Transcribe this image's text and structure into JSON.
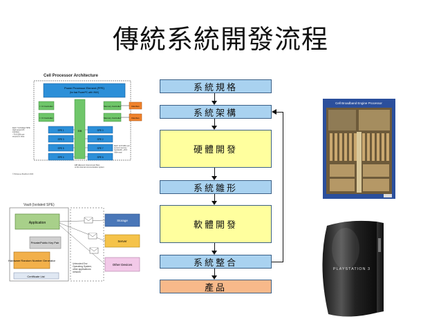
{
  "slide": {
    "title": "傳統系統開發流程"
  },
  "flow": {
    "steps": [
      {
        "label": "系統規格",
        "color": "blue"
      },
      {
        "label": "系統架構",
        "color": "blue"
      },
      {
        "label": "硬體開發",
        "color": "yellow"
      },
      {
        "label": "系統雛形",
        "color": "blue"
      },
      {
        "label": "軟體開發",
        "color": "yellow"
      },
      {
        "label": "系統整合",
        "color": "blue"
      },
      {
        "label": "產品",
        "color": "orange"
      }
    ]
  },
  "cell_diagram": {
    "title": "Cell Processor Architecture",
    "ppe_label": "Power Processor Element (PPE)",
    "ppe_sub": "(for fast PowerPC with VMX)",
    "io_label_1": "I / O Controller",
    "io_label_2": "I / O Controller",
    "eib_label": "EIB",
    "mem_label_1": "Memory Controller",
    "mem_label_2": "Memory Controller",
    "rambus_1": "Rambus",
    "rambus_2": "Rambus",
    "spes_left": [
      "SPE 1",
      "SPE 3",
      "SPE 5",
      "SPE 4"
    ],
    "spes_right": [
      "SPE 0",
      "SPE 2",
      "SPE 7",
      "SPE 6"
    ],
    "note_left": "Each \"Cell Edge\"/SPE\nHigh-speed I/O\ninterface\n~76.8 GB/s per\nsecond in tests",
    "note_right": "Each 12.8 GB/s per\nsecond memory\nbandwidth ~25.6\nGB/s total",
    "note_bottom": "EIB (Element Interconnect Bus)\nto the internal communication system",
    "credit": "© Brittanea Bradford 2006"
  },
  "vault_diagram": {
    "title": "Vault (Isolated SPE)",
    "application": "Application",
    "key_pair": "Private/Public Key Pair",
    "hardware_rng": "Hardware Random Number Generator",
    "cert_list": "Certificate List",
    "storage": "Storage",
    "server": "Server",
    "other_devices": "Other Devices",
    "untrusted": "Untrusted Env\nOperating System,\nother applications\nnetwork"
  },
  "chip_photo": {
    "caption": "Cell Broadband Engine Processor"
  },
  "console": {
    "logo_text": "PLAYSTATION 3"
  },
  "colors": {
    "flow_blue": "#a9d2f0",
    "flow_yellow": "#ffff9e",
    "flow_orange": "#f8b98a",
    "ppe": "#2c8fd8",
    "eib": "#6fc66a",
    "rambus": "#f0822b"
  }
}
